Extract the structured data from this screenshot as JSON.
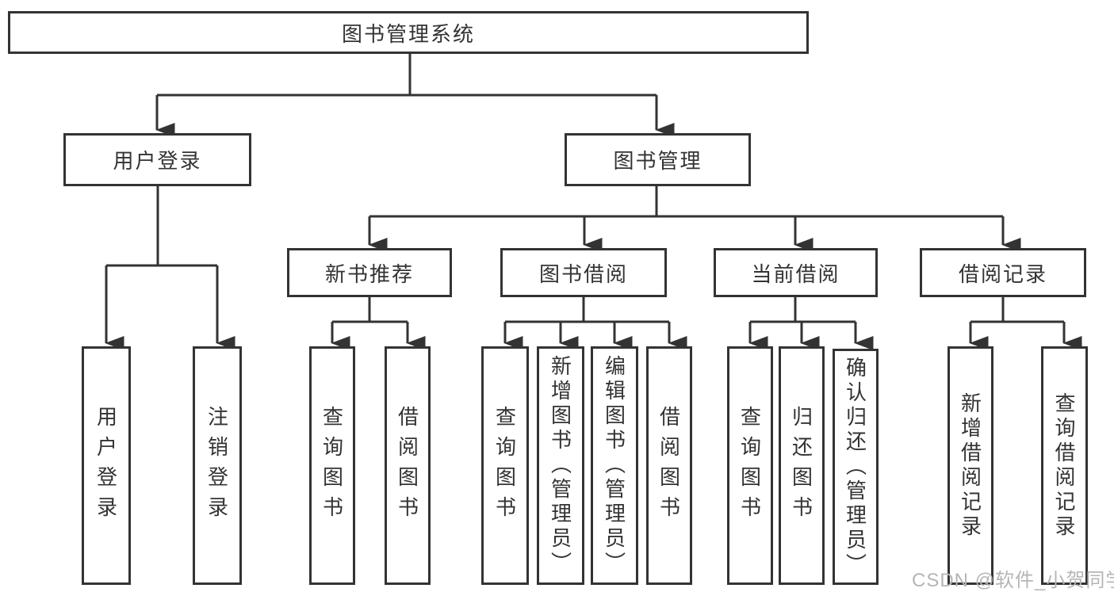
{
  "diagram": {
    "root": {
      "label": "图书管理系统"
    },
    "branches": [
      {
        "label": "用户登录",
        "children": [
          {
            "label": "用户登录"
          },
          {
            "label": "注销登录"
          }
        ]
      },
      {
        "label": "图书管理",
        "children": [
          {
            "label": "新书推荐",
            "children": [
              {
                "label": "查询图书"
              },
              {
                "label": "借阅图书"
              }
            ]
          },
          {
            "label": "图书借阅",
            "children": [
              {
                "label": "查询图书"
              },
              {
                "label": "新增图书（管理员）"
              },
              {
                "label": "编辑图书（管理员）"
              },
              {
                "label": "借阅图书"
              }
            ]
          },
          {
            "label": "当前借阅",
            "children": [
              {
                "label": "查询图书"
              },
              {
                "label": "归还图书"
              },
              {
                "label": "确认归还（管理员）"
              }
            ]
          },
          {
            "label": "借阅记录",
            "children": [
              {
                "label": "新增借阅记录"
              },
              {
                "label": "查询借阅记录"
              }
            ]
          }
        ]
      }
    ]
  },
  "watermark": {
    "text": "CSDN @软件_小贺同学"
  },
  "colors": {
    "line": "#333333",
    "border": "#333333",
    "text": "#333333",
    "watermark": "#b5b5b5",
    "background": "#ffffff"
  }
}
